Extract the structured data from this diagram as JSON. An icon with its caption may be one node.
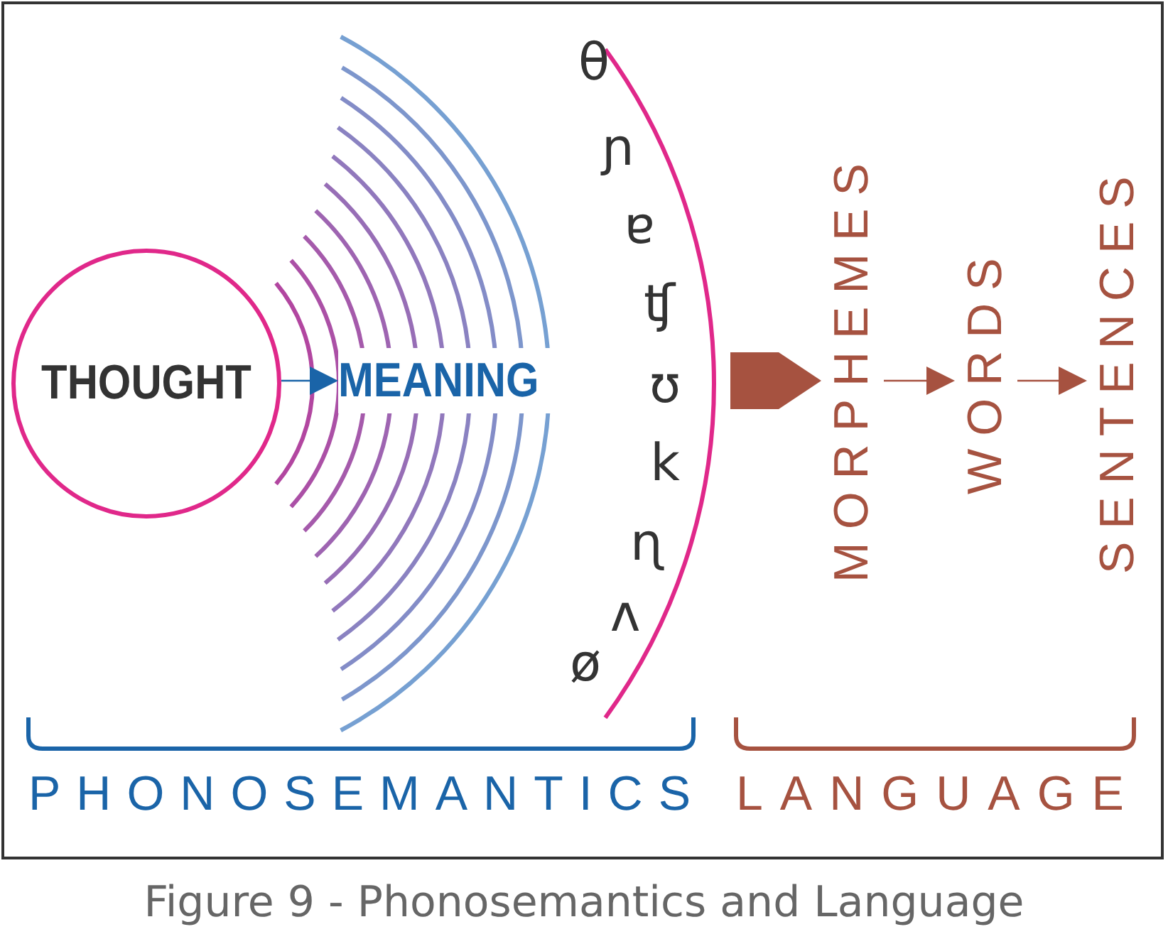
{
  "diagram": {
    "caption": "Figure 9 - Phonosemantics and Language",
    "nodes": [
      {
        "text": [
          "THOUGHT"
        ]
      },
      {
        "text": [
          "MEANING"
        ]
      },
      {
        "text": [
          "θ",
          "ɲ",
          "ɐ",
          "ʧ",
          "ʊ",
          "k",
          "ɳ",
          "ʌ",
          "ø"
        ]
      },
      {
        "text": [
          "MORPHEMES"
        ]
      },
      {
        "text": [
          "WORDS"
        ]
      },
      {
        "text": [
          "SENTENCES"
        ]
      }
    ],
    "edges": [
      {
        "from": 0,
        "to": 1,
        "arrow": "to",
        "color": "#1a64a8"
      },
      {
        "from": 2,
        "to": 3,
        "arrow": "to",
        "style": "thick"
      },
      {
        "from": 3,
        "to": 4,
        "arrow": "to"
      },
      {
        "from": 4,
        "to": 5,
        "arrow": "to"
      }
    ],
    "labels": [
      "PHONOSEMANTICS",
      "LANGUAGE"
    ]
  }
}
